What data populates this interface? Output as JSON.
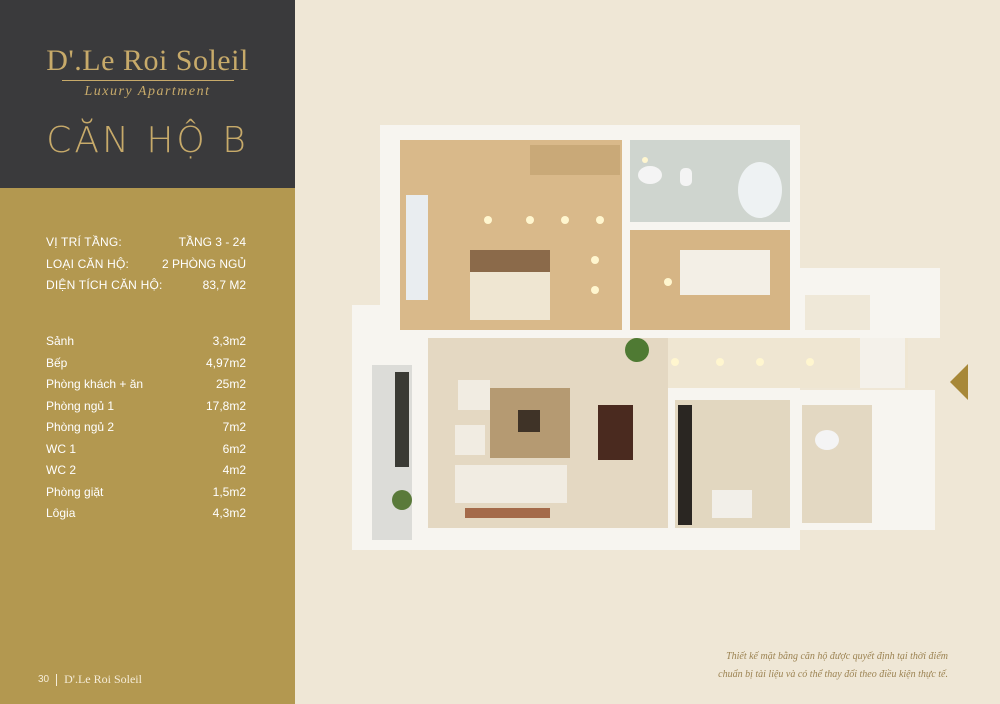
{
  "brand": {
    "name": "D'.Le Roi Soleil",
    "tagline": "Luxury Apartment"
  },
  "unit_title": "CĂN HỘ B",
  "info": [
    {
      "label": "VỊ TRÍ TẦNG:",
      "value": "TẦNG 3 - 24"
    },
    {
      "label": "LOẠI CĂN HỘ:",
      "value": "2 PHÒNG NGỦ"
    },
    {
      "label": "DIỆN TÍCH CĂN HỘ:",
      "value": "83,7 M2"
    }
  ],
  "areas": [
    {
      "name": "Sảnh",
      "value": "3,3m2"
    },
    {
      "name": "Bếp",
      "value": "4,97m2"
    },
    {
      "name": "Phòng khách + ăn",
      "value": "25m2"
    },
    {
      "name": "Phòng ngủ 1",
      "value": "17,8m2"
    },
    {
      "name": "Phòng ngủ 2",
      "value": "7m2"
    },
    {
      "name": "WC 1",
      "value": "6m2"
    },
    {
      "name": "WC 2",
      "value": "4m2"
    },
    {
      "name": "Phòng giặt",
      "value": "1,5m2"
    },
    {
      "name": "Lôgia",
      "value": "4,3m2"
    }
  ],
  "footer": {
    "page_number": "30",
    "brand": "D'.Le Roi Soleil"
  },
  "note": {
    "line1": "Thiết kế mặt bằng căn hộ được quyết định tại thời điểm",
    "line2": "chuẩn bị tài liệu và có thể thay đổi theo điều kiện thực tế."
  },
  "colors": {
    "gold": "#b39850",
    "dark": "#3a3a3c",
    "cream": "#efe7d6",
    "accent": "#c7aa6a"
  }
}
